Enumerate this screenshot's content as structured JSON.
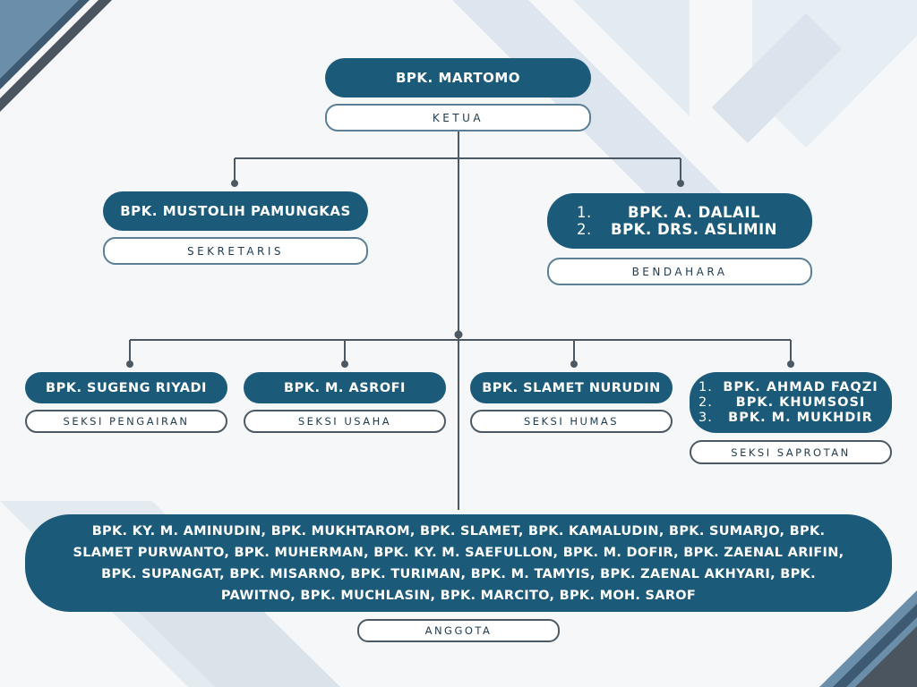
{
  "colors": {
    "primary": "#1c5a7a",
    "line": "#4c5863",
    "background": "#f6f7f8"
  },
  "ketua": {
    "name": "BPK. MARTOMO",
    "role": "KETUA"
  },
  "sekretaris": {
    "name": "BPK. MUSTOLIH PAMUNGKAS",
    "role": "SEKRETARIS"
  },
  "bendahara": {
    "names": [
      {
        "num": "1.",
        "name": "BPK. A. DALAIL"
      },
      {
        "num": "2.",
        "name": "BPK. DRS. ASLIMIN"
      }
    ],
    "role": "BENDAHARA"
  },
  "seksi": {
    "pengairan": {
      "name": "BPK. SUGENG RIYADI",
      "role": "SEKSI PENGAIRAN"
    },
    "usaha": {
      "name": "BPK. M. ASROFI",
      "role": "SEKSI USAHA"
    },
    "humas": {
      "name": "BPK. SLAMET NURUDIN",
      "role": "SEKSI HUMAS"
    },
    "saprotan": {
      "names": [
        {
          "num": "1.",
          "name": "BPK. AHMAD FAQZI"
        },
        {
          "num": "2.",
          "name": "BPK. KHUMSOSI"
        },
        {
          "num": "3.",
          "name": "BPK. M. MUKHDIR"
        }
      ],
      "role": "SEKSI SAPROTAN"
    }
  },
  "anggota": {
    "names": "BPK. KY. M. AMINUDIN, BPK. MUKHTAROM, BPK. SLAMET, BPK. KAMALUDIN, BPK. SUMARJO, BPK. SLAMET PURWANTO, BPK. MUHERMAN, BPK. KY. M. SAEFULLON, BPK. M. DOFIR, BPK. ZAENAL ARIFIN, BPK. SUPANGAT, BPK. MISARNO, BPK. TURIMAN, BPK. M. TAMYIS, BPK. ZAENAL AKHYARI, BPK. PAWITNO, BPK. MUCHLASIN, BPK. MARCITO, BPK. MOH. SAROF",
    "role": "ANGGOTA"
  }
}
